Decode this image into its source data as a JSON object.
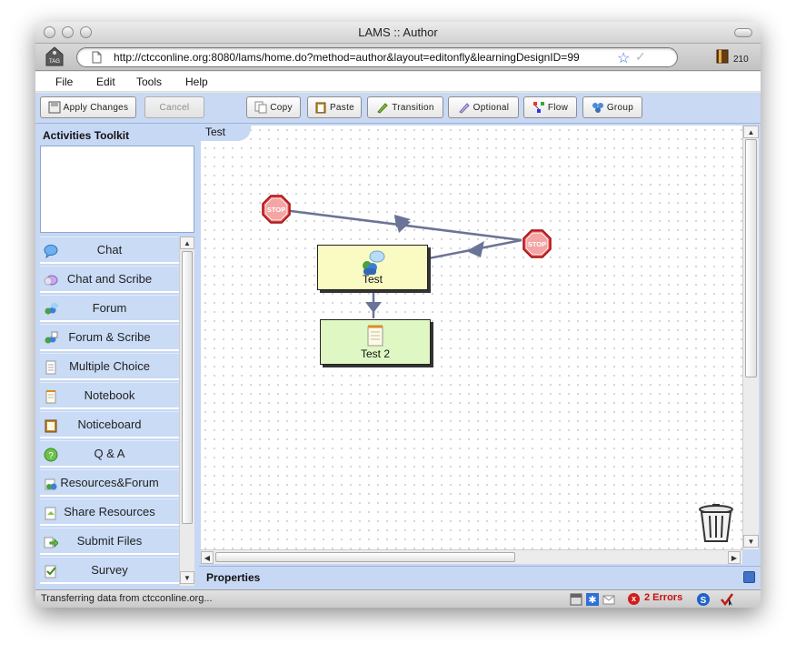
{
  "window": {
    "title": "LAMS :: Author"
  },
  "browser": {
    "url": "http://ctcconline.org:8080/lams/home.do?method=author&layout=editonfly&learningDesignID=99",
    "bookmark_count": "210",
    "tag_label": "TAG"
  },
  "menu": [
    "File",
    "Edit",
    "Tools",
    "Help"
  ],
  "toolbar": {
    "apply": "Apply Changes",
    "cancel": "Cancel",
    "copy": "Copy",
    "paste": "Paste",
    "transition": "Transition",
    "optional": "Optional",
    "flow": "Flow",
    "group": "Group"
  },
  "toolkit": {
    "title": "Activities Toolkit",
    "items": [
      {
        "label": "Chat",
        "icon": "chat-icon"
      },
      {
        "label": "Chat and Scribe",
        "icon": "chat-scribe-icon"
      },
      {
        "label": "Forum",
        "icon": "forum-icon"
      },
      {
        "label": "Forum & Scribe",
        "icon": "forum-scribe-icon"
      },
      {
        "label": "Multiple Choice",
        "icon": "multiple-choice-icon"
      },
      {
        "label": "Notebook",
        "icon": "notebook-icon"
      },
      {
        "label": "Noticeboard",
        "icon": "noticeboard-icon"
      },
      {
        "label": "Q & A",
        "icon": "qa-icon"
      },
      {
        "label": "Resources&Forum",
        "icon": "resources-forum-icon"
      },
      {
        "label": "Share Resources",
        "icon": "share-resources-icon"
      },
      {
        "label": "Submit Files",
        "icon": "submit-files-icon"
      },
      {
        "label": "Survey",
        "icon": "survey-icon"
      }
    ]
  },
  "canvas": {
    "tab": "Test",
    "stop_label": "STOP",
    "activities": [
      {
        "label": "Test",
        "color": "#fafbc2",
        "icon": "chat-forum-icon"
      },
      {
        "label": "Test 2",
        "color": "#dff7c3",
        "icon": "notebook-icon"
      }
    ],
    "connector_color": "#6b7396"
  },
  "properties": {
    "label": "Properties"
  },
  "status": {
    "text": "Transferring data from ctcconline.org...",
    "errors": "2 Errors"
  }
}
